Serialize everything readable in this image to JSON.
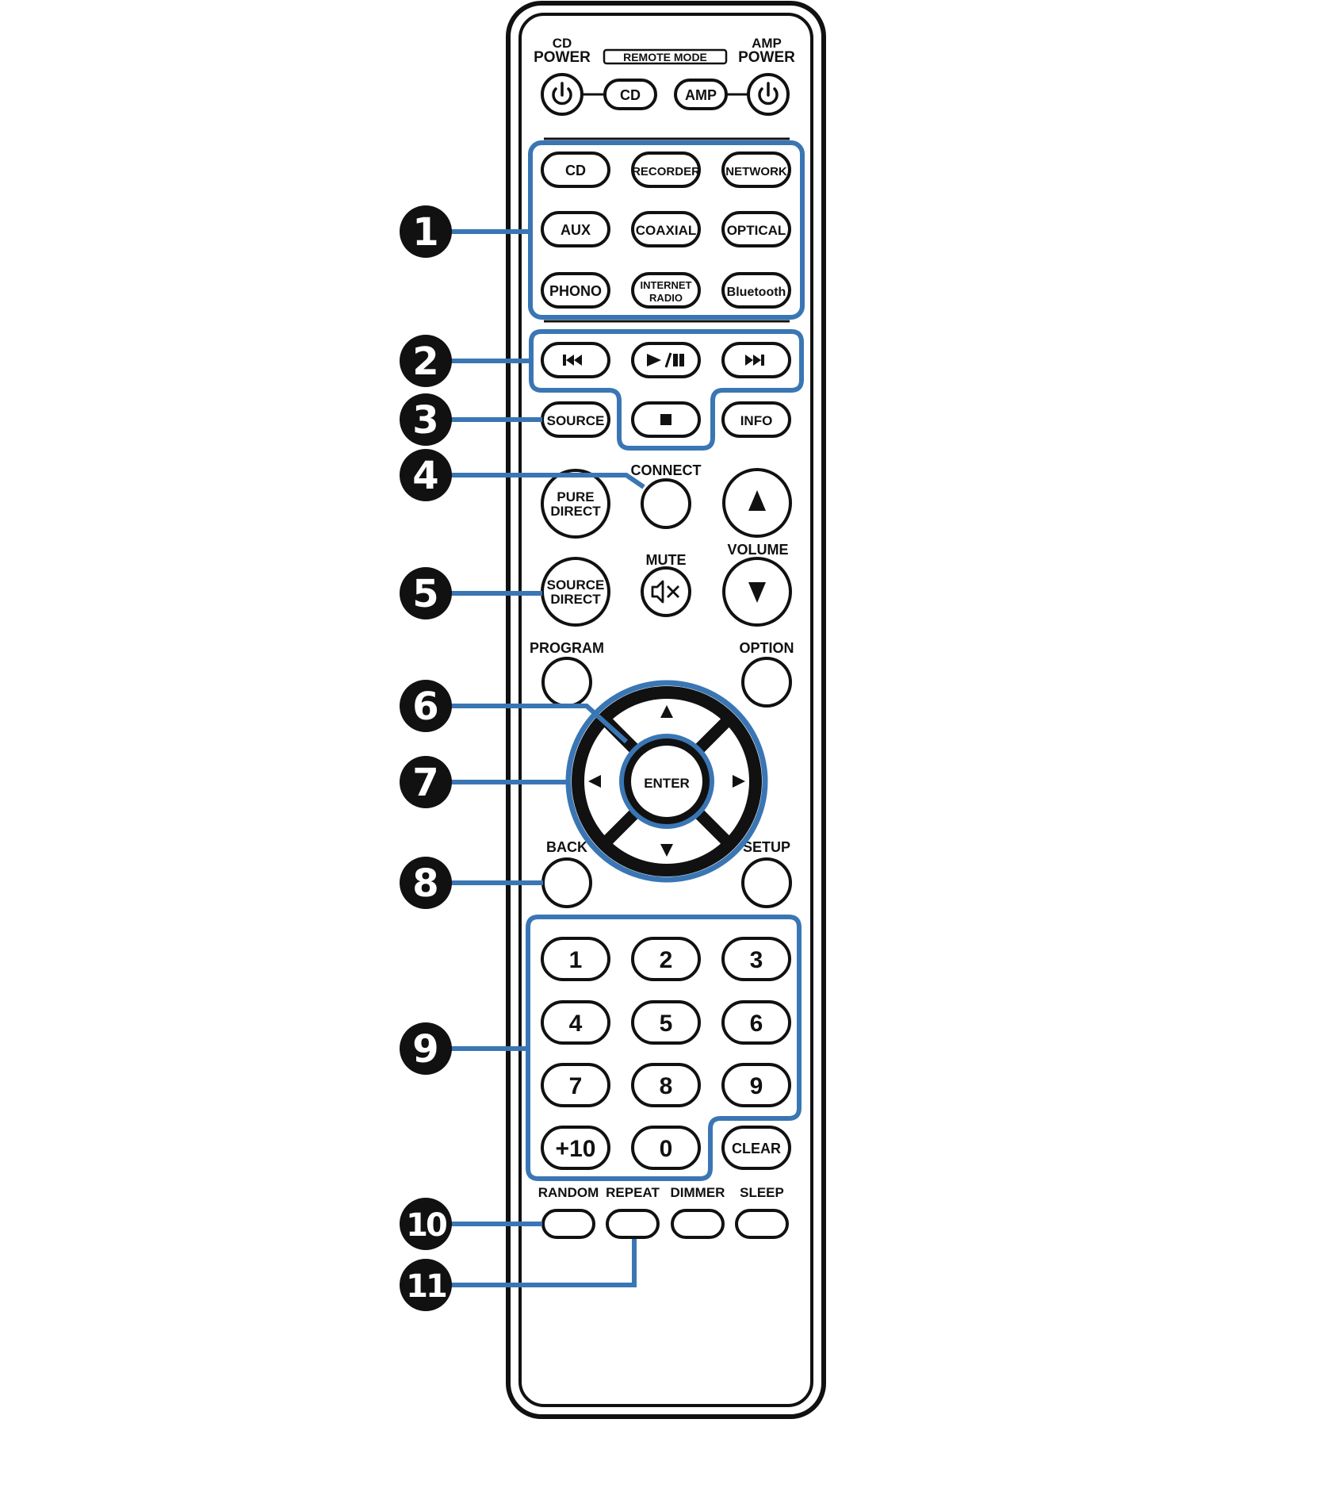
{
  "colors": {
    "accent": "#3a76b4",
    "ink": "#111111",
    "background": "#ffffff"
  },
  "remote": {
    "cd_power_label": [
      "CD",
      "POWER"
    ],
    "amp_power_label": [
      "AMP",
      "POWER"
    ],
    "remote_mode_label": "REMOTE MODE",
    "mode_buttons": [
      "CD",
      "AMP"
    ],
    "power_icon": "power-icon",
    "source_buttons": [
      [
        "CD",
        "RECORDER",
        "NETWORK"
      ],
      [
        "AUX",
        "COAXIAL",
        "OPTICAL"
      ],
      [
        "PHONO",
        [
          "INTERNET",
          "RADIO"
        ],
        "Bluetooth"
      ]
    ],
    "playback_icons": [
      "skip-back-icon",
      "play-pause-icon",
      "skip-forward-icon",
      "stop-icon"
    ],
    "source_label": "SOURCE",
    "info_label": "INFO",
    "connect_label": "CONNECT",
    "pure_direct_label": [
      "PURE",
      "DIRECT"
    ],
    "volume_label": "VOLUME",
    "mute_label": "MUTE",
    "source_direct_label": [
      "SOURCE",
      "DIRECT"
    ],
    "program_label": "PROGRAM",
    "option_label": "OPTION",
    "enter_label": "ENTER",
    "back_label": "BACK",
    "setup_label": "SETUP",
    "number_keys": [
      "1",
      "2",
      "3",
      "4",
      "5",
      "6",
      "7",
      "8",
      "9",
      "+10",
      "0",
      "CLEAR"
    ],
    "bottom_labels": [
      "RANDOM",
      "REPEAT",
      "DIMMER",
      "SLEEP"
    ]
  },
  "callouts": [
    "1",
    "2",
    "3",
    "4",
    "5",
    "6",
    "7",
    "8",
    "9",
    "10",
    "11"
  ]
}
